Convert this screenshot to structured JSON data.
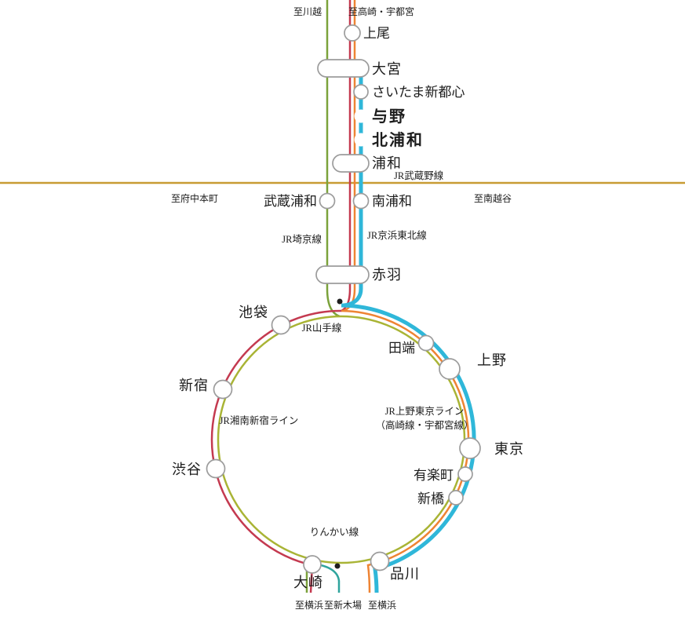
{
  "colors": {
    "keihin_tohoku": "#2fb7d9",
    "saikyo": "#7ba23b",
    "yamanote": "#a9b435",
    "musashino": "#c89c34",
    "ueno_tokyo": "#ee8434",
    "shonan_shinjuku": "#c43a50",
    "rinkai": "#2fa49d",
    "highlight": "#970f12",
    "junction": "#1f1f1f",
    "station_stroke": "#9c9c9c"
  },
  "stations": {
    "ageo": "上尾",
    "omiya": "大宮",
    "saitama_shintoshin": "さいたま新都心",
    "yono": "与野",
    "kita_urawa": "北浦和",
    "urawa": "浦和",
    "musashi_urawa": "武蔵浦和",
    "minami_urawa": "南浦和",
    "akabane": "赤羽",
    "ikebukuro": "池袋",
    "tabata": "田端",
    "ueno": "上野",
    "shinjuku": "新宿",
    "tokyo": "東京",
    "yurakucho": "有楽町",
    "shimbashi": "新橋",
    "shibuya": "渋谷",
    "osaki": "大崎",
    "shinagawa": "品川"
  },
  "lines": {
    "musashino": "JR武蔵野線",
    "saikyo": "JR埼京線",
    "keihin_tohoku": "JR京浜東北線",
    "yamanote": "JR山手線",
    "shonan_shinjuku": "JR湘南新宿ライン",
    "ueno_tokyo_1": "JR上野東京ライン",
    "ueno_tokyo_2": "（高崎線・宇都宮線）",
    "rinkai": "りんかい線"
  },
  "directions": {
    "kawagoe": "至川越",
    "takasaki_utsunomiya": "至高崎・宇都宮",
    "fuchu_hommachi": "至府中本町",
    "minami_koshigaya": "至南越谷",
    "yokohama_left": "至横浜",
    "shin_kiba": "至新木場",
    "yokohama_right": "至横浜"
  }
}
